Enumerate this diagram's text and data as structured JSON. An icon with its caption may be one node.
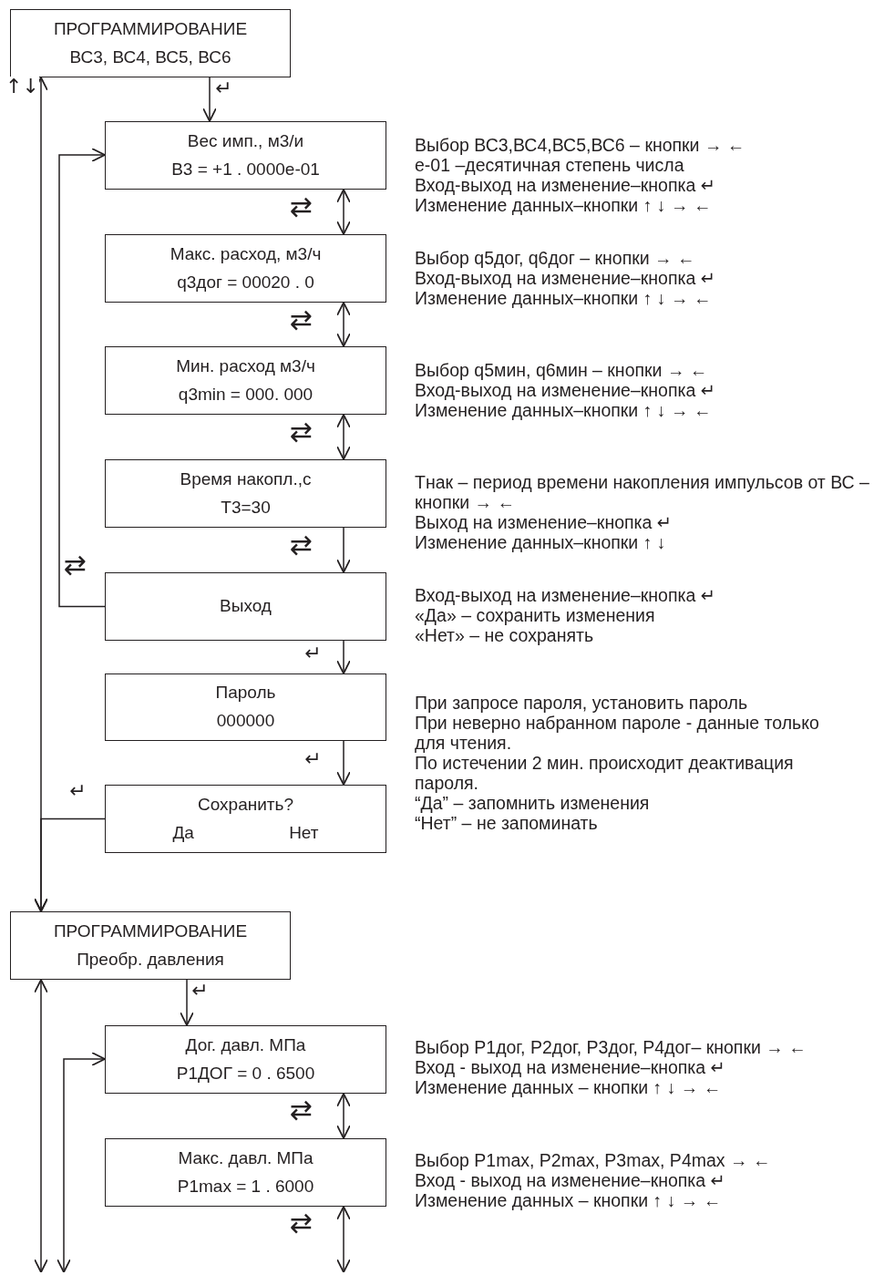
{
  "diagram": {
    "nodes": [
      {
        "text": [
          "ПРОГРАММИРОВАНИЕ",
          "ВС3, ВС4, ВС5, ВС6"
        ]
      },
      {
        "text": [
          "Вес имп., м3/и",
          "В3 = +1 . 0000e-01"
        ],
        "beside": [
          "Выбор ВС3,ВС4,ВС5,ВС6 – кнопки → ←",
          "е-01 –десятичная степень числа",
          "Вход-выход на изменение–кнопка ↵",
          "Изменение данных–кнопки ↑ ↓ → ←"
        ]
      },
      {
        "text": [
          "Макс. расход, м3/ч",
          "q3дог = 00020 . 0"
        ],
        "beside": [
          "Выбор q5дог, q6дог – кнопки → ←",
          "Вход-выход на изменение–кнопка ↵",
          "Изменение данных–кнопки ↑ ↓ → ←"
        ]
      },
      {
        "text": [
          "Мин. расход м3/ч",
          "q3min = 000. 000"
        ],
        "beside": [
          "Выбор q5мин, q6мин – кнопки → ←",
          "Вход-выход на изменение–кнопка ↵",
          "Изменение данных–кнопки ↑ ↓ → ←"
        ]
      },
      {
        "text": [
          "Время накопл.,с",
          "Т3=30"
        ],
        "beside": [
          "Тнак – период времени накопления импульсов от ВС – кнопки → ←",
          "Выход на изменение–кнопка ↵",
          "Изменение данных–кнопки ↑ ↓"
        ]
      },
      {
        "text": [
          "Выход"
        ],
        "beside": [
          "Вход-выход на изменение–кнопка ↵",
          "«Да» – сохранить изменения",
          "«Нет» – не сохранять"
        ]
      },
      {
        "text": [
          "Пароль",
          "000000"
        ],
        "beside": [
          "При запросе пароля, установить пароль",
          "При неверно набранном пароле - данные только для чтения.",
          "По истечении 2 мин. происходит деактивация пароля.",
          "“Да” – запомнить изменения",
          "“Нет” – не запоминать"
        ]
      },
      {
        "text": [
          "Сохранить?",
          "Да",
          "Нет"
        ]
      },
      {
        "text": [
          "ПРОГРАММИРОВАНИЕ",
          "Преобр. давления"
        ]
      },
      {
        "text": [
          "Дог. давл. МПа",
          "Р1ДОГ = 0 . 6500"
        ],
        "beside": [
          "Выбор Р1дог, Р2дог, Р3дог, Р4дог– кнопки → ←",
          "Вход - выход на изменение–кнопка ↵",
          "Изменение данных – кнопки ↑ ↓ → ←"
        ]
      },
      {
        "text": [
          "Макс. давл.  МПа",
          "P1max = 1 . 6000"
        ],
        "beside": [
          "Выбор P1max, P2max, P3max, P4max → ←",
          "Вход - выход на изменение–кнопка ↵",
          "Изменение данных – кнопки ↑ ↓ → ←"
        ]
      }
    ],
    "edges": [
      {
        "from": 0,
        "to": 1,
        "arrow": "to",
        "label": "↵"
      },
      {
        "from": 1,
        "to": 2,
        "arrow": "both",
        "label": "⇄"
      },
      {
        "from": 2,
        "to": 3,
        "arrow": "both",
        "label": "⇄"
      },
      {
        "from": 3,
        "to": 4,
        "arrow": "both",
        "label": "⇄"
      },
      {
        "from": 4,
        "to": 5,
        "arrow": "to",
        "label": "⇄"
      },
      {
        "from": 5,
        "to": 1,
        "arrow": "to",
        "label": "⇄"
      },
      {
        "from": 5,
        "to": 6,
        "arrow": "to",
        "label": "↵"
      },
      {
        "from": 6,
        "to": 7,
        "arrow": "to",
        "label": "↵"
      },
      {
        "from": 7,
        "to": 8,
        "arrow": "to",
        "label": "↵"
      },
      {
        "from": 0,
        "to": 8,
        "arrow": "both",
        "label": "↑↓"
      },
      {
        "from": null,
        "to": 8,
        "arrow": "both"
      },
      {
        "from": null,
        "to": 9,
        "arrow": "both"
      },
      {
        "from": 8,
        "to": 9,
        "arrow": "to",
        "label": "↵"
      },
      {
        "from": 9,
        "to": 10,
        "arrow": "both",
        "label": "⇄"
      },
      {
        "from": 10,
        "to": null,
        "arrow": "both",
        "label": "⇄"
      }
    ]
  }
}
